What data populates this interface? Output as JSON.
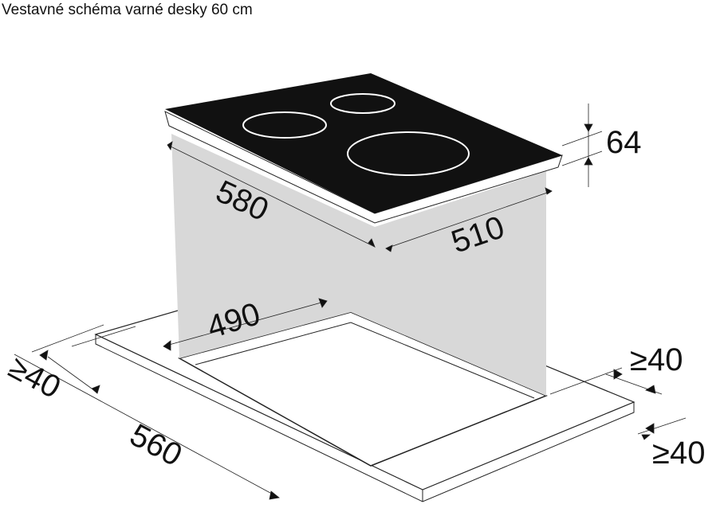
{
  "title": "Vestavné schéma varné desky 60 cm",
  "dimensions": {
    "height": "64",
    "depth": "580",
    "width": "510",
    "cutout_depth": "490",
    "cutout_width": "560",
    "min_front_clearance": "≥40",
    "min_back_clearance": "≥40",
    "min_side_clearance": "≥40"
  },
  "colors": {
    "hob": "#111111",
    "projection": "#d8d8d8"
  }
}
